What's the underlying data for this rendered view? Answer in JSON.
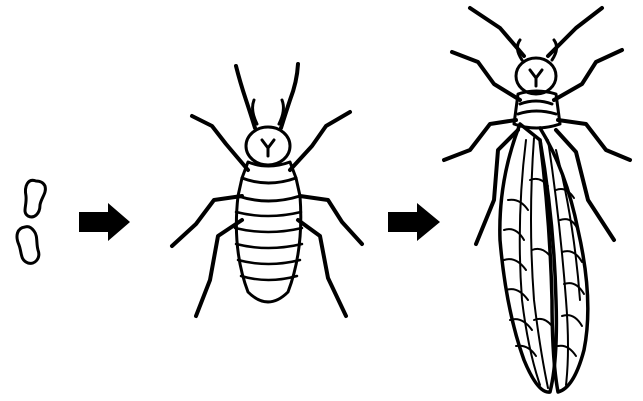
{
  "diagram": {
    "type": "life-cycle",
    "stages": [
      {
        "id": "egg",
        "icon": "egg-icon"
      },
      {
        "id": "nymph",
        "icon": "nymph-insect-icon"
      },
      {
        "id": "adult",
        "icon": "adult-winged-insect-icon"
      }
    ],
    "connectors": [
      {
        "from": "egg",
        "to": "nymph",
        "icon": "arrow-right-icon"
      },
      {
        "from": "nymph",
        "to": "adult",
        "icon": "arrow-right-icon"
      }
    ],
    "colors": {
      "ink": "#000000",
      "background": "#ffffff"
    }
  }
}
